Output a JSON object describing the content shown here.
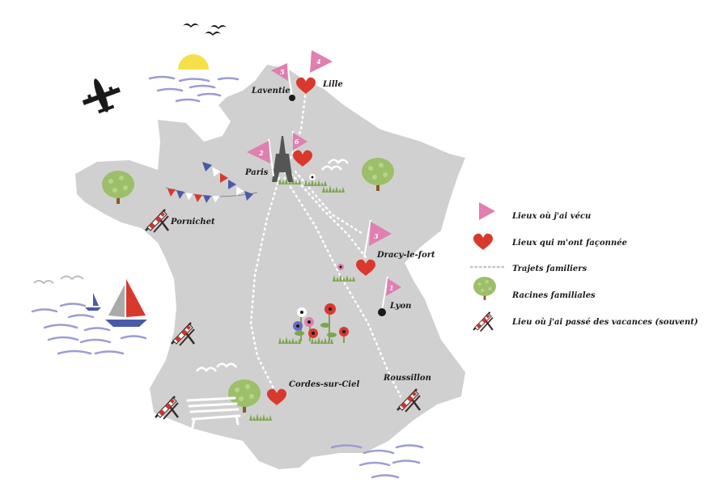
{
  "colors": {
    "land": "#d0d0d0",
    "flag": "#e07fb0",
    "heart": "#d9382c",
    "tree": "#9cbf6a",
    "trunk": "#8b5a2b",
    "sea": "#9c9cd6",
    "sun": "#f6e04a",
    "deckchair": "#c8382e",
    "grass": "#7aa64a"
  },
  "cities": {
    "laventie": "Laventie",
    "lille": "Lille",
    "paris": "Paris",
    "pornichet": "Pornichet",
    "dracy": "Dracy-le-fort",
    "lyon": "Lyon",
    "cordes": "Cordes-sur-Ciel",
    "roussillon": "Roussillon"
  },
  "flags": {
    "f1": "1",
    "f2": "2",
    "f3": "3",
    "f4": "4",
    "f5": "5",
    "f6": "6"
  },
  "legend": {
    "lived": "Lieux où j'ai vécu",
    "shaped": "Lieux qui m'ont façonnée",
    "paths": "Trajets familiers",
    "roots": "Racines familiales",
    "vacation": "Lieu où j'ai passé des vacances (souvent)"
  },
  "icons": [
    "flag-icon",
    "heart-icon",
    "dotted-path-icon",
    "tree-icon",
    "deckchair-icon",
    "eiffel-tower-icon",
    "airplane-icon",
    "sun-icon",
    "sailboat-icon",
    "bird-icon",
    "flower-icon",
    "bench-icon"
  ]
}
